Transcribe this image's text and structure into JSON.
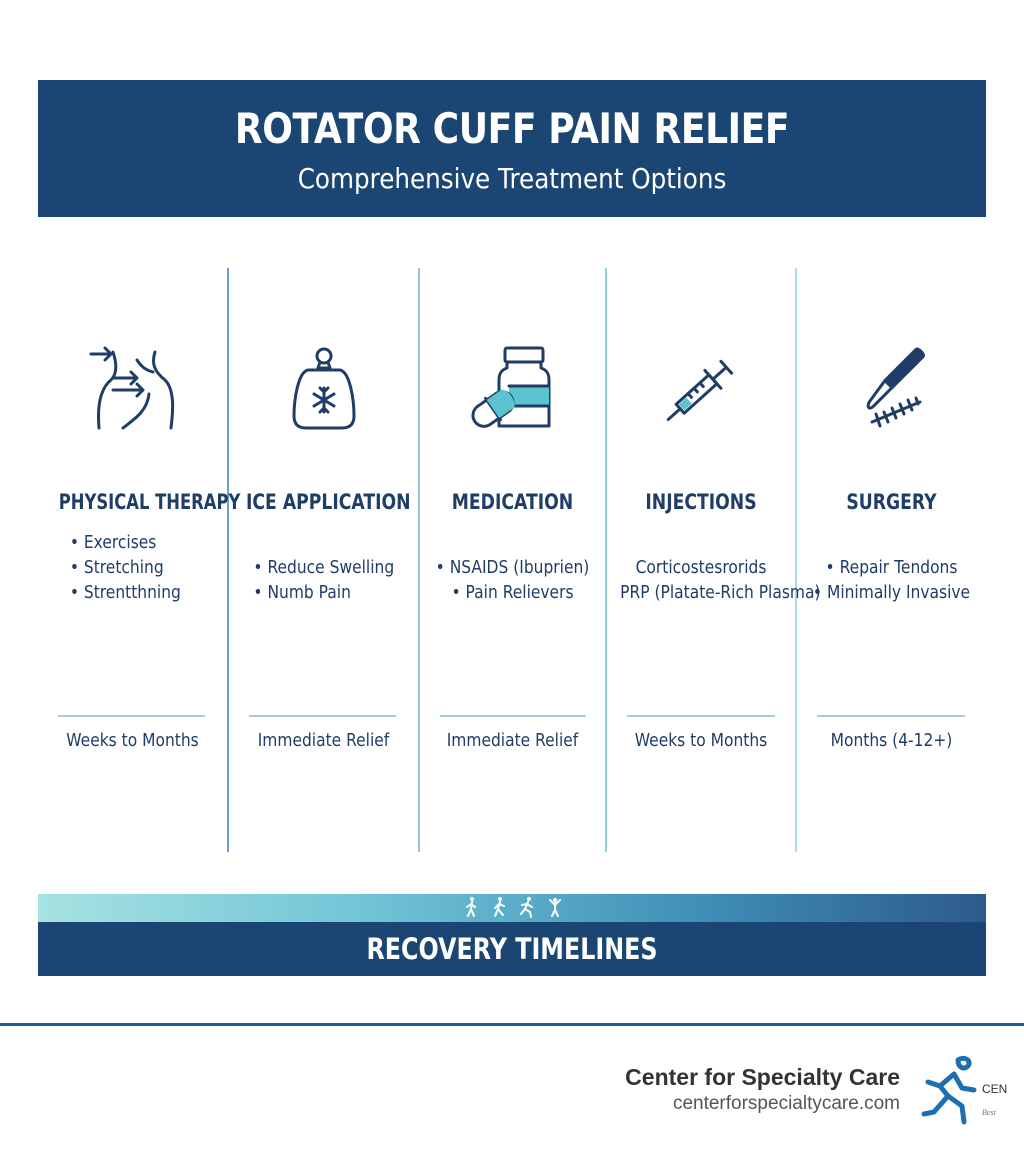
{
  "header": {
    "title": "ROTATOR CUFF PAIN RELIEF",
    "subtitle": "Comprehensive Treatment Options"
  },
  "columns": [
    {
      "icon": "shoulder-arrows-icon",
      "heading": "PHYSICAL THERAPY",
      "items": [
        "• Exercises",
        "• Stretching",
        "• Strentthning"
      ],
      "timeline": "Weeks to Months"
    },
    {
      "icon": "ice-pack-icon",
      "heading": "ICE APPLICATION",
      "items": [
        "• Reduce Swelling",
        "• Numb Pain"
      ],
      "timeline": "Immediate Relief"
    },
    {
      "icon": "pill-bottle-icon",
      "heading": "MEDICATION",
      "items": [
        "• NSAIDS (Ibuprien)",
        "• Pain Relievers"
      ],
      "timeline": "Immediate Relief"
    },
    {
      "icon": "syringe-icon",
      "heading": "INJECTIONS",
      "items": [
        "Corticostesrorids",
        "PRP (Platate-Rich Plasma)"
      ],
      "timeline": "Weeks to Months"
    },
    {
      "icon": "scalpel-icon",
      "heading": "SURGERY",
      "items": [
        "• Repair Tendons",
        "• Minimally Invasive"
      ],
      "timeline": "Months (4-12+)"
    }
  ],
  "recovery": {
    "title": "RECOVERY TIMELINES",
    "icons": [
      "walking-person-icon",
      "walking-person-icon",
      "running-person-icon",
      "jumping-person-icon"
    ]
  },
  "footer": {
    "name": "Center for Specialty Care",
    "url": "centerforspecialtycare.com",
    "logo_text": "CEN",
    "logo_tagline": "Best"
  },
  "colors": {
    "navy": "#1b4572",
    "text": "#1f3d66",
    "accent_teal": "#5bc2cf"
  }
}
